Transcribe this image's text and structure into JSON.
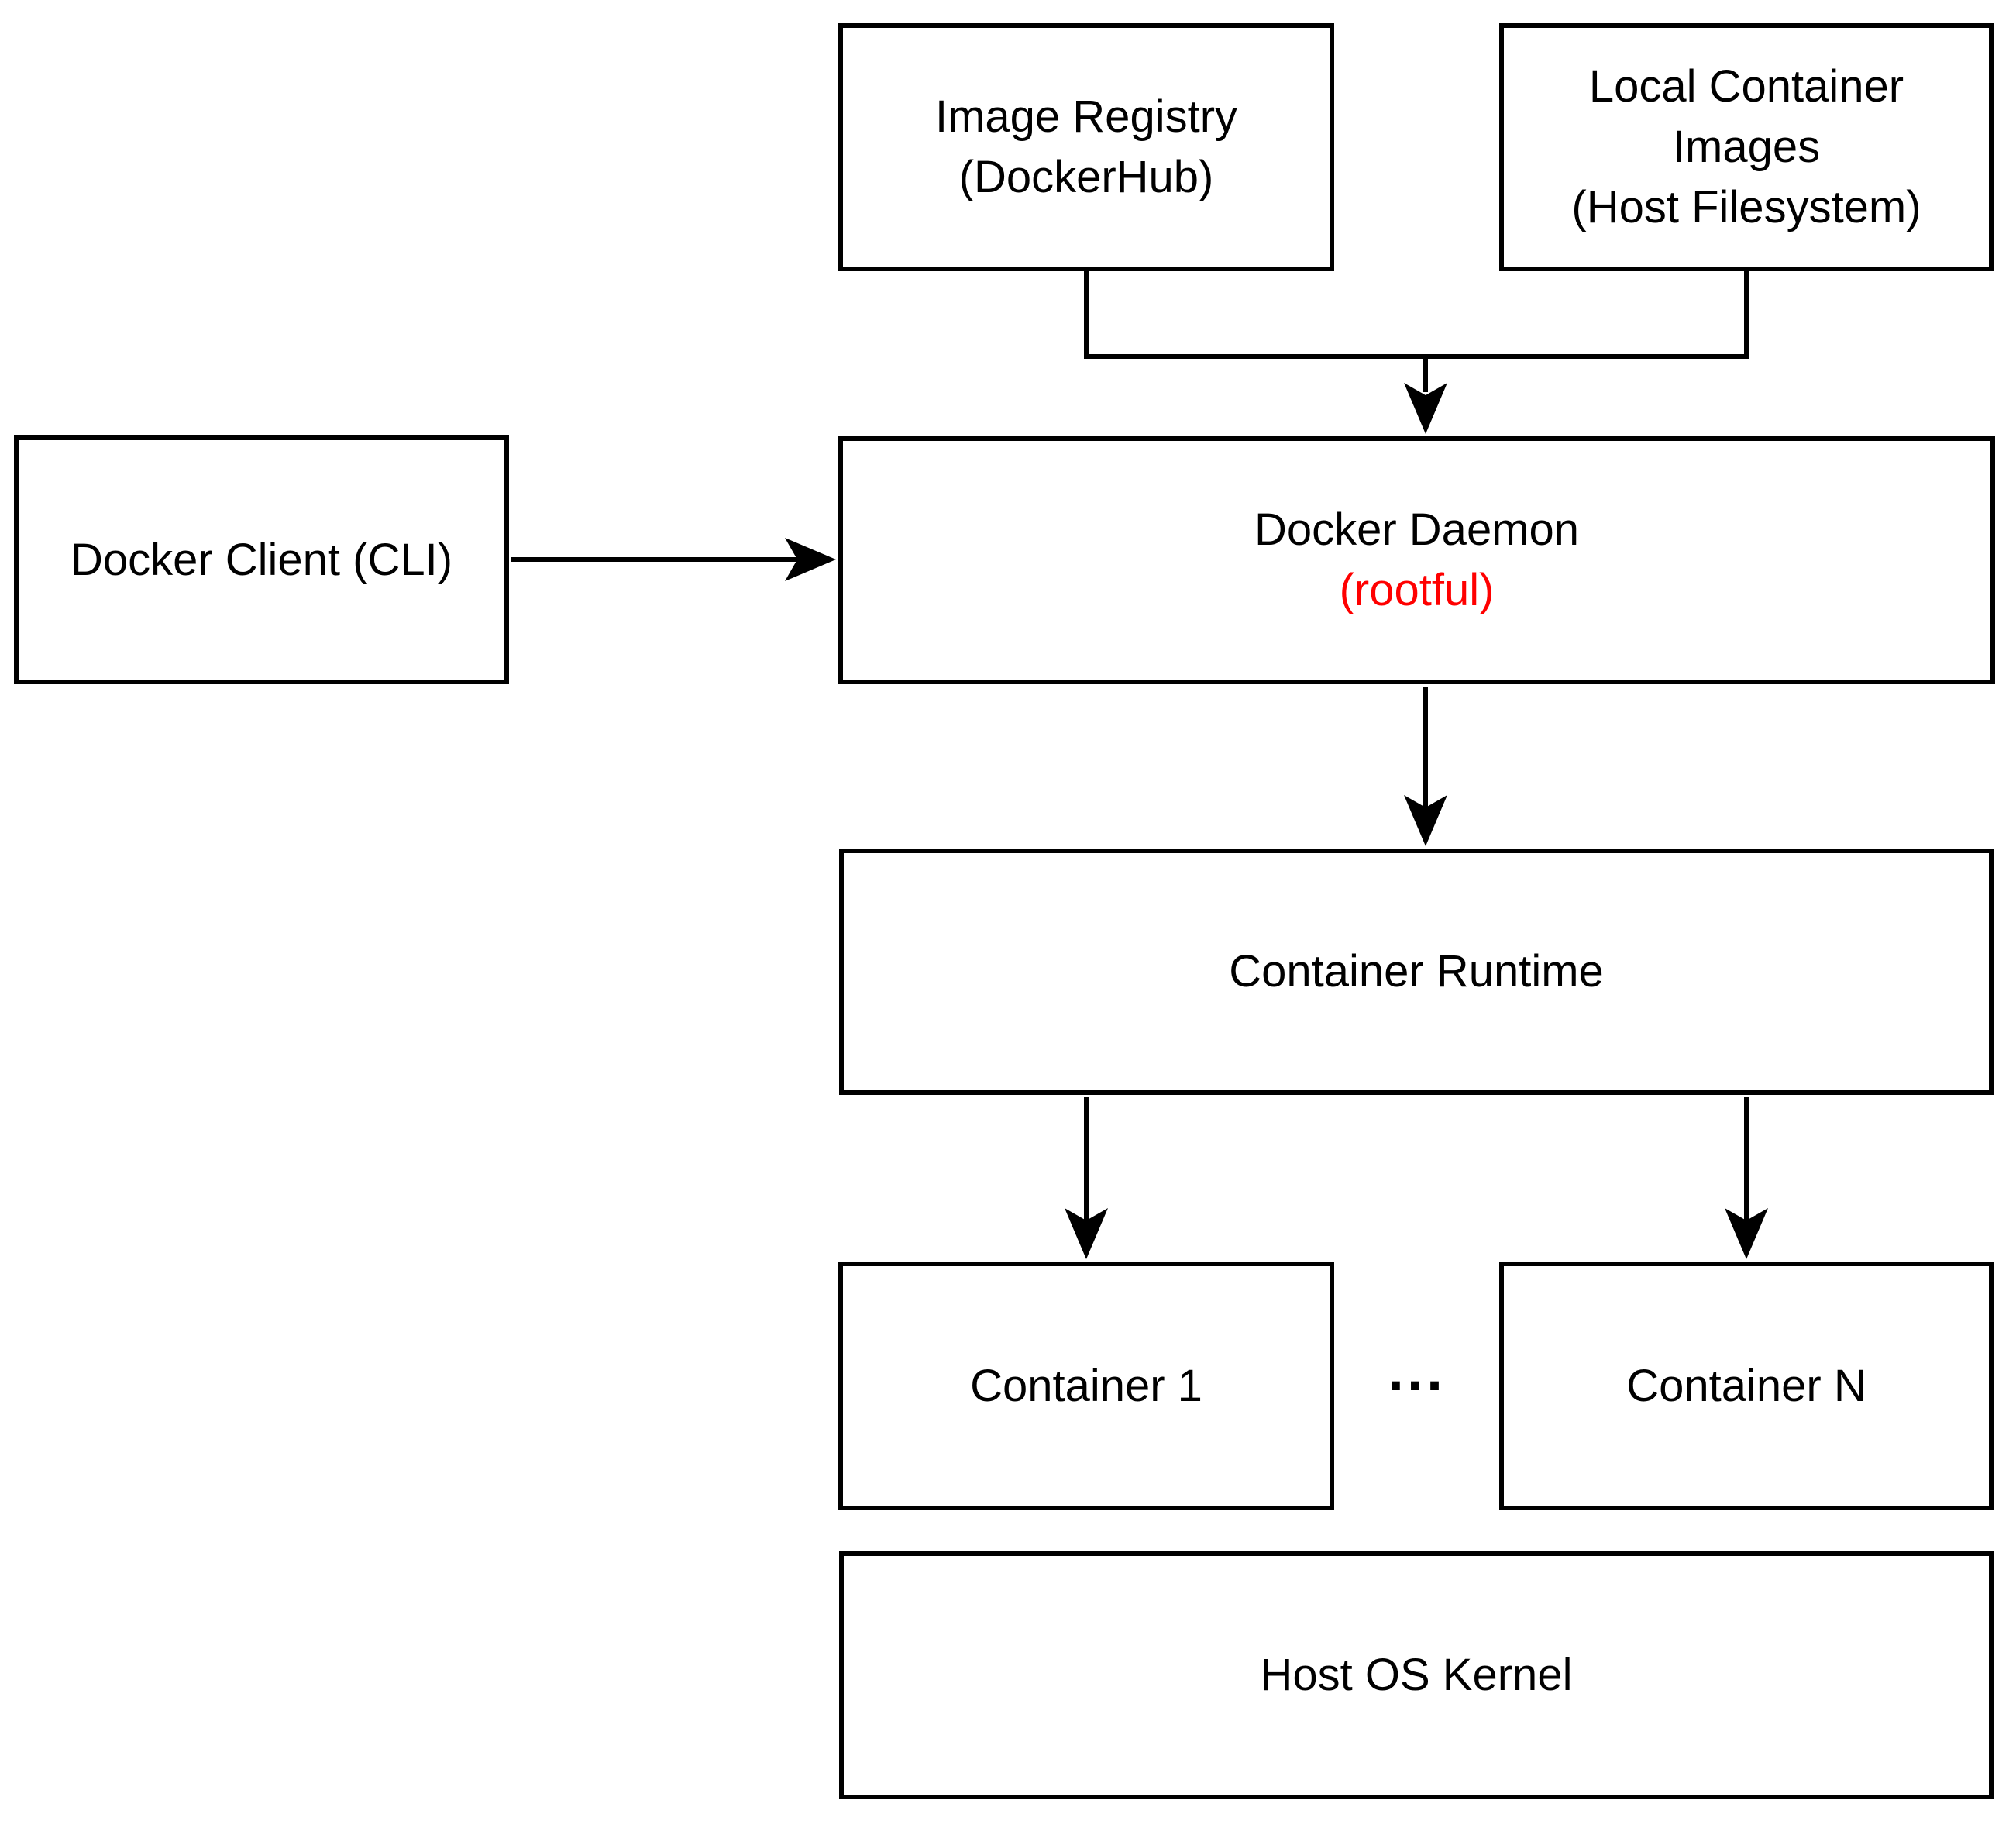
{
  "diagram": {
    "colors": {
      "line": "#000000",
      "text": "#000000",
      "accent": "#ff0000",
      "node_fill": "#ffffff",
      "background": "#ffffff"
    },
    "ellipsis": "...",
    "nodes": {
      "image_registry": {
        "line1": "Image Registry",
        "line2": "(DockerHub)"
      },
      "local_images": {
        "line1": "Local Container",
        "line2": "Images",
        "line3": "(Host Filesystem)"
      },
      "docker_client": {
        "line1": "Docker Client (CLI)"
      },
      "docker_daemon": {
        "line1": "Docker Daemon",
        "line2": "(rootful)"
      },
      "container_runtime": {
        "line1": "Container Runtime"
      },
      "container_1": {
        "line1": "Container 1"
      },
      "container_n": {
        "line1": "Container N"
      },
      "host_kernel": {
        "line1": "Host OS Kernel"
      }
    }
  }
}
